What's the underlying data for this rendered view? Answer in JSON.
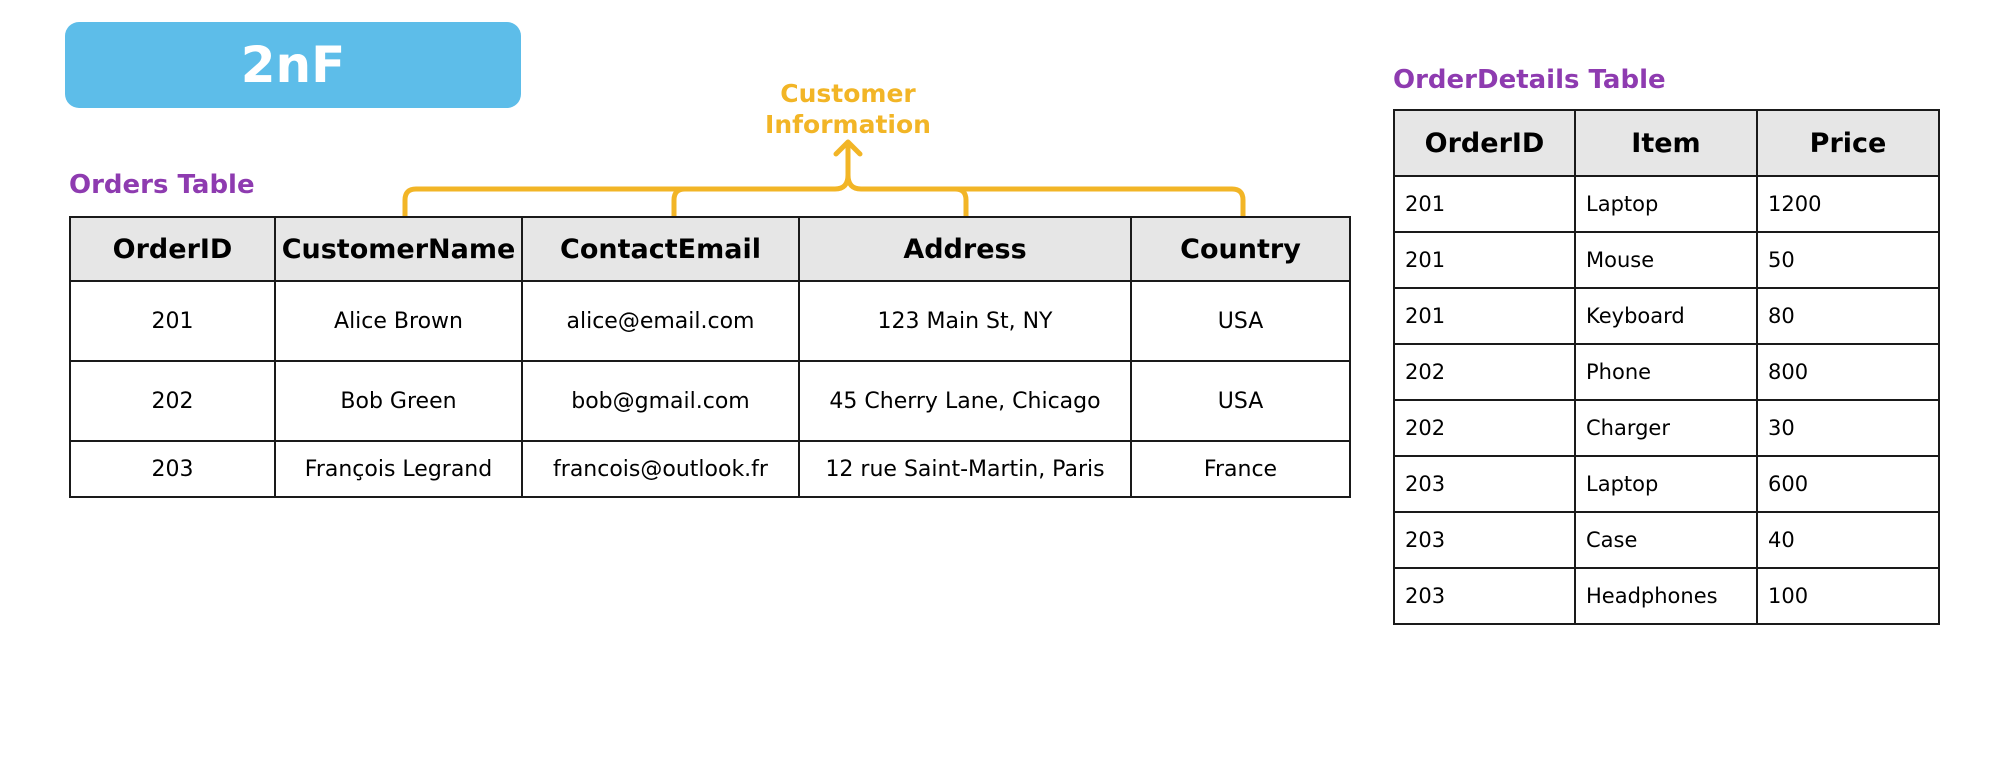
{
  "title": "2nF",
  "group_label_line1": "Customer",
  "group_label_line2": "Information",
  "colors": {
    "title_bg": "#5dbde9",
    "label_purple": "#8e3bb0",
    "brace_yellow": "#f2b526",
    "header_bg": "#e6e6e6"
  },
  "orders": {
    "label": "Orders Table",
    "headers": [
      "OrderID",
      "CustomerName",
      "ContactEmail",
      "Address",
      "Country"
    ],
    "rows": [
      [
        "201",
        "Alice Brown",
        "alice@email.com",
        "123 Main St, NY",
        "USA"
      ],
      [
        "202",
        "Bob Green",
        "bob@gmail.com",
        "45 Cherry Lane, Chicago",
        "USA"
      ],
      [
        "203",
        "François Legrand",
        "francois@outlook.fr",
        "12 rue Saint-Martin, Paris",
        "France"
      ]
    ]
  },
  "details": {
    "label": "OrderDetails Table",
    "headers": [
      "OrderID",
      "Item",
      "Price"
    ],
    "rows": [
      [
        "201",
        "Laptop",
        "1200"
      ],
      [
        "201",
        "Mouse",
        "50"
      ],
      [
        "201",
        "Keyboard",
        "80"
      ],
      [
        "202",
        "Phone",
        "800"
      ],
      [
        "202",
        "Charger",
        "30"
      ],
      [
        "203",
        "Laptop",
        "600"
      ],
      [
        "203",
        "Case",
        "40"
      ],
      [
        "203",
        "Headphones",
        "100"
      ]
    ]
  }
}
